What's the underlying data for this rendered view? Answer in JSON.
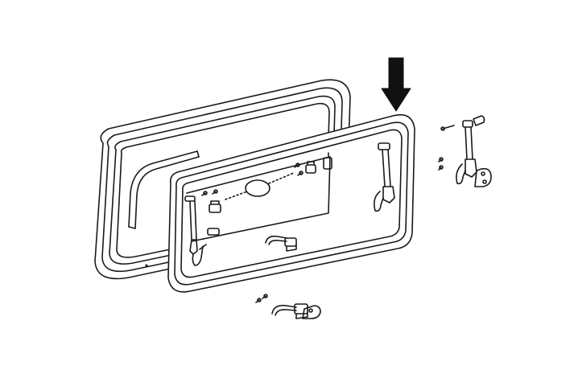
{
  "diagram": {
    "kind": "exploded-assembly",
    "parts": [
      "outer-frame",
      "inner-frame",
      "glass-pane",
      "stay-arm-left",
      "stay-arm-right",
      "stay-arm-detached",
      "latch-handle-center",
      "latch-handle-detached",
      "screws"
    ],
    "icons": {
      "arrow": "down-arrow-icon"
    },
    "colors": {
      "stroke": "#1a1a1a",
      "fill": "#ffffff",
      "arrow": "#111111"
    }
  }
}
